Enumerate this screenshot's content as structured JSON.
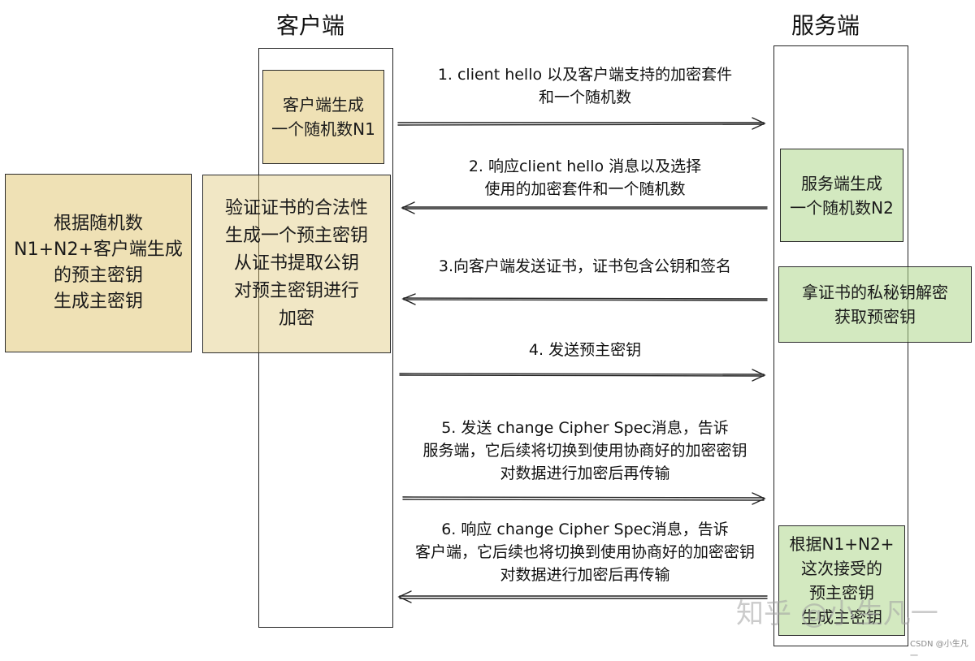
{
  "lanes": {
    "client": {
      "label": "客户端"
    },
    "server": {
      "label": "服务端"
    }
  },
  "boxes": {
    "client_random": {
      "lines": [
        "客户端生成",
        "一个随机数N1"
      ]
    },
    "client_master": {
      "lines": [
        "根据随机数",
        "N1+N2+客户端生成",
        "的预主密钥",
        "生成主密钥"
      ]
    },
    "client_verify": {
      "lines": [
        "验证证书的合法性",
        "生成一个预主密钥",
        "从证书提取公钥",
        "对预主密钥进行",
        "加密"
      ]
    },
    "server_random": {
      "lines": [
        "服务端生成",
        "一个随机数N2"
      ]
    },
    "server_decrypt": {
      "lines": [
        "拿证书的私秘钥解密",
        "获取预密钥"
      ]
    },
    "server_master": {
      "lines": [
        "根据N1+N2+",
        "这次接受的",
        "预主密钥",
        "生成主密钥"
      ]
    }
  },
  "messages": [
    {
      "lines": [
        "1. client hello 以及客户端支持的加密套件",
        "和一个随机数"
      ]
    },
    {
      "lines": [
        "2. 响应client hello 消息以及选择",
        "使用的加密套件和一个随机数"
      ]
    },
    {
      "lines": [
        "3.向客户端发送证书，证书包含公钥和签名"
      ]
    },
    {
      "lines": [
        "4. 发送预主密钥"
      ]
    },
    {
      "lines": [
        "5. 发送 change Cipher Spec消息，告诉",
        "服务端，它后续将切换到使用协商好的加密密钥",
        "对数据进行加密后再传输"
      ]
    },
    {
      "lines": [
        "6. 响应 change Cipher Spec消息，告诉",
        "客户端，它后续也将切换到使用协商好的加密密钥",
        "对数据进行加密后再传输"
      ]
    }
  ],
  "watermark": {
    "text": "知乎 @小生凡一",
    "csdn": "CSDN @小生凡一"
  }
}
